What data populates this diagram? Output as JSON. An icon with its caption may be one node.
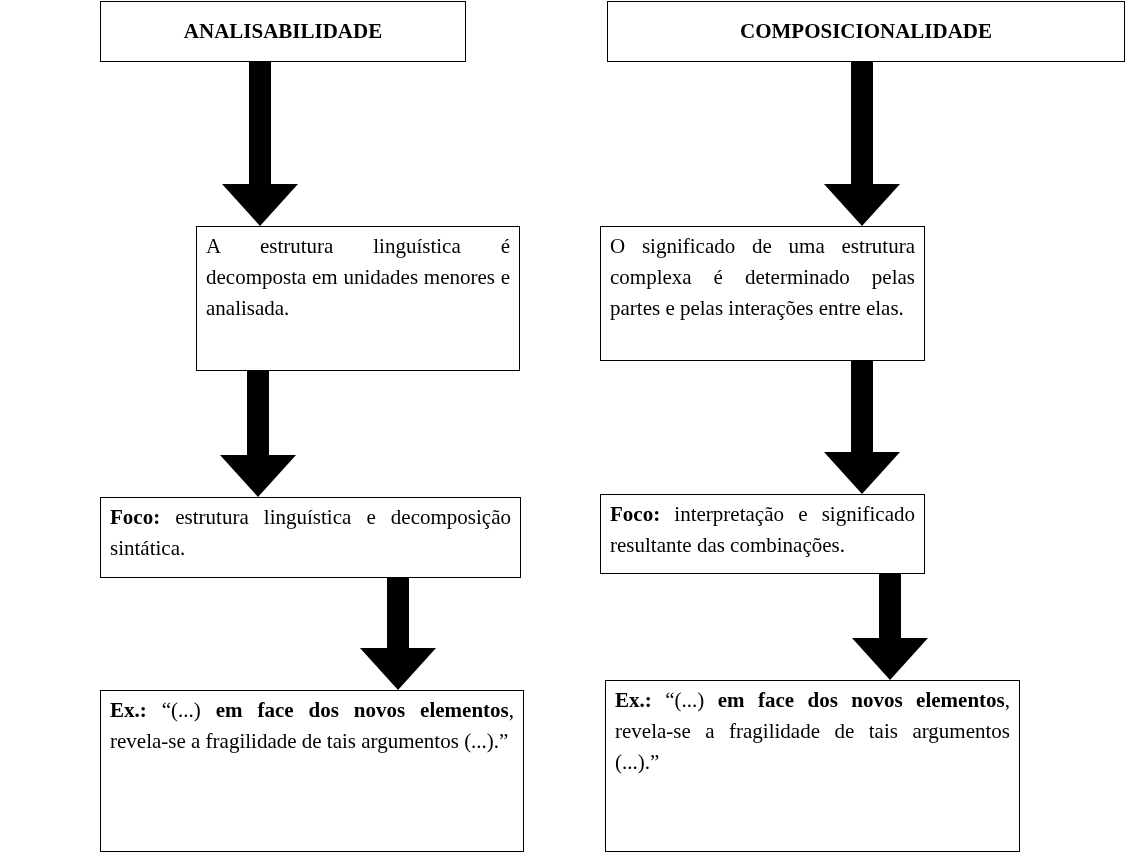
{
  "diagram": {
    "nodes": [
      {
        "text": [
          "ANALISABILIDADE"
        ]
      },
      {
        "text": [
          "A estrutura linguística é decomposta em unidades menores e analisada."
        ]
      },
      {
        "text": [
          "**Foco:** estrutura linguística e decomposição sintática."
        ]
      },
      {
        "text": [
          "**Ex.:** “(...) **em face dos novos elementos**, revela-se a fragilidade de tais argumentos (...).”"
        ]
      },
      {
        "text": [
          "COMPOSICIONALIDADE"
        ]
      },
      {
        "text": [
          "O significado de uma estrutura complexa é determinado pelas partes e pelas interações entre elas."
        ]
      },
      {
        "text": [
          "**Foco:** interpretação e significado resultante das combinações."
        ]
      },
      {
        "text": [
          "**Ex.:** “(...) **em face dos novos elementos**, revela-se a fragilidade de tais argumentos (...).”"
        ]
      }
    ],
    "edges": [
      {
        "from": 0,
        "to": 1,
        "arrow": "to"
      },
      {
        "from": 1,
        "to": 2,
        "arrow": "to"
      },
      {
        "from": 2,
        "to": 3,
        "arrow": "to"
      },
      {
        "from": 4,
        "to": 5,
        "arrow": "to"
      },
      {
        "from": 5,
        "to": 6,
        "arrow": "to"
      },
      {
        "from": 6,
        "to": 7,
        "arrow": "to"
      }
    ]
  }
}
